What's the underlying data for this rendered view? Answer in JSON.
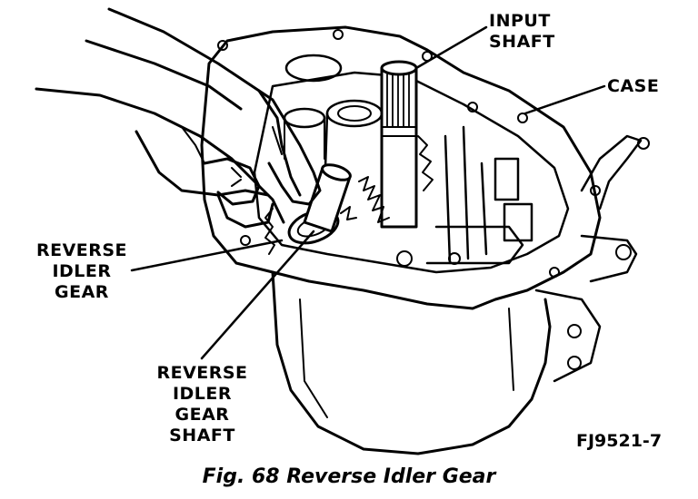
{
  "labels": {
    "input_shaft": [
      "INPUT",
      "SHAFT"
    ],
    "case": "CASE",
    "reverse_idler_gear": [
      "REVERSE",
      "IDLER",
      "GEAR"
    ],
    "reverse_idler_gear_shaft": [
      "REVERSE",
      "IDLER",
      "GEAR",
      "SHAFT"
    ]
  },
  "figure_code": "FJ9521-7",
  "caption": "Fig. 68 Reverse Idler Gear"
}
